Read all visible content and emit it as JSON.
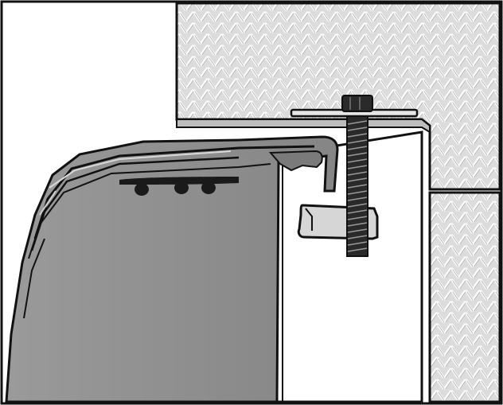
{
  "figure": {
    "kind": "technical-cross-section",
    "background": "#ffffff",
    "colors": {
      "outline": "#111111",
      "countertop_fill": "#dcdcdc",
      "countertop_pattern": "#ffffff",
      "sink_fill": "#8e8e8e",
      "sink_rim_fill": "#8a8a8a",
      "cabinet_fill": "#ffffff",
      "clip_fill": "#d6d6d6",
      "bolt_fill": "#2a2a2a",
      "washer_fill": "#e6e6e6"
    },
    "parts": {
      "countertop": "diamond-plate-countertop",
      "sink": "sink-basin-with-flange",
      "mounting_hardware": "mounting-clip-bolt-washer",
      "cabinet": "cabinet-side-panel"
    }
  }
}
